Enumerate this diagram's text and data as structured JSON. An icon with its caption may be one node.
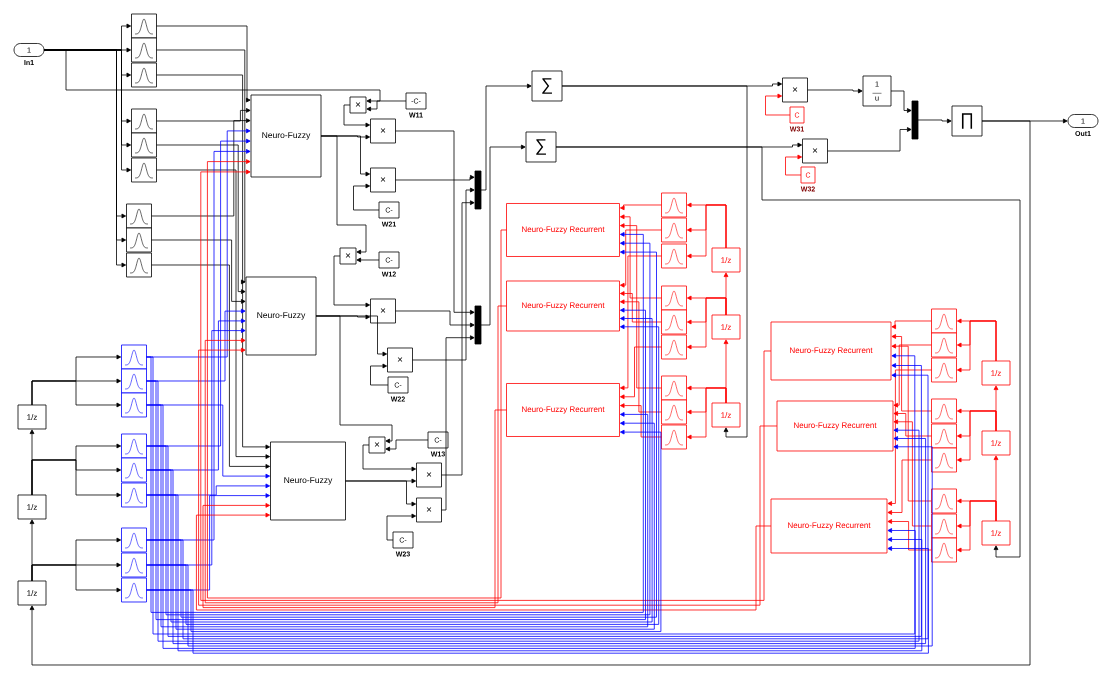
{
  "diagram": {
    "nodes": [
      {
        "text": [
          "1"
        ],
        "beside": [
          "In1"
        ]
      },
      {
        "text": [],
        "shape": "box"
      },
      {
        "text": [],
        "shape": "box"
      },
      {
        "text": [],
        "shape": "box"
      },
      {
        "text": [],
        "shape": "box"
      },
      {
        "text": [],
        "shape": "box"
      },
      {
        "text": [],
        "shape": "box"
      },
      {
        "text": [],
        "shape": "box"
      },
      {
        "text": [],
        "shape": "box"
      },
      {
        "text": [],
        "shape": "box"
      },
      {
        "text": [
          "Neuro-Fuzzy"
        ]
      },
      {
        "text": [
          "Neuro-Fuzzy"
        ]
      },
      {
        "text": [
          "Neuro-Fuzzy"
        ]
      },
      {
        "text": [
          "×"
        ]
      },
      {
        "text": [
          "-C-"
        ],
        "beside": [
          "W11"
        ]
      },
      {
        "text": [
          "×"
        ]
      },
      {
        "text": [
          "×"
        ]
      },
      {
        "text": [
          "C-"
        ],
        "beside": [
          "W21"
        ]
      },
      {
        "text": [
          "×"
        ]
      },
      {
        "text": [
          "C-"
        ],
        "beside": [
          "W12"
        ]
      },
      {
        "text": [
          "×"
        ]
      },
      {
        "text": [
          "×"
        ]
      },
      {
        "text": [
          "C-"
        ],
        "beside": [
          "W22"
        ]
      },
      {
        "text": [
          "×"
        ]
      },
      {
        "text": [
          "C-"
        ],
        "beside": [
          "W13"
        ]
      },
      {
        "text": [
          "×"
        ]
      },
      {
        "text": [
          "×"
        ]
      },
      {
        "text": [
          "C-"
        ],
        "beside": [
          "W23"
        ]
      },
      {
        "text": [],
        "shape": "bar"
      },
      {
        "text": [],
        "shape": "bar"
      },
      {
        "text": [
          "∑"
        ]
      },
      {
        "text": [
          "∑"
        ]
      },
      {
        "text": [
          "×"
        ]
      },
      {
        "text": [
          "C"
        ],
        "beside": [
          "W31"
        ]
      },
      {
        "text": [
          "×"
        ]
      },
      {
        "text": [
          "C"
        ],
        "beside": [
          "W32"
        ]
      },
      {
        "text": [
          "1",
          "u"
        ]
      },
      {
        "text": [],
        "shape": "bar"
      },
      {
        "text": [
          "∏"
        ]
      },
      {
        "text": [
          "1"
        ],
        "beside": [
          "Out1"
        ]
      },
      {
        "text": [],
        "shape": "box"
      },
      {
        "text": [],
        "shape": "box"
      },
      {
        "text": [],
        "shape": "box"
      },
      {
        "text": [],
        "shape": "box"
      },
      {
        "text": [],
        "shape": "box"
      },
      {
        "text": [],
        "shape": "box"
      },
      {
        "text": [],
        "shape": "box"
      },
      {
        "text": [],
        "shape": "box"
      },
      {
        "text": [],
        "shape": "box"
      },
      {
        "text": [
          "1/z"
        ]
      },
      {
        "text": [
          "1/z"
        ]
      },
      {
        "text": [
          "1/z"
        ]
      },
      {
        "text": [
          "Neuro-Fuzzy Recurrent"
        ]
      },
      {
        "text": [
          "Neuro-Fuzzy Recurrent"
        ]
      },
      {
        "text": [
          "Neuro-Fuzzy Recurrent"
        ]
      },
      {
        "text": [],
        "shape": "box"
      },
      {
        "text": [],
        "shape": "box"
      },
      {
        "text": [],
        "shape": "box"
      },
      {
        "text": [],
        "shape": "box"
      },
      {
        "text": [],
        "shape": "box"
      },
      {
        "text": [],
        "shape": "box"
      },
      {
        "text": [],
        "shape": "box"
      },
      {
        "text": [],
        "shape": "box"
      },
      {
        "text": [],
        "shape": "box"
      },
      {
        "text": [
          "1/z"
        ]
      },
      {
        "text": [
          "1/z"
        ]
      },
      {
        "text": [
          "1/z"
        ]
      },
      {
        "text": [
          "Neuro-Fuzzy Recurrent"
        ]
      },
      {
        "text": [
          "Neuro-Fuzzy Recurrent"
        ]
      },
      {
        "text": [
          "Neuro-Fuzzy Recurrent"
        ]
      },
      {
        "text": [],
        "shape": "box"
      },
      {
        "text": [],
        "shape": "box"
      },
      {
        "text": [],
        "shape": "box"
      },
      {
        "text": [],
        "shape": "box"
      },
      {
        "text": [],
        "shape": "box"
      },
      {
        "text": [],
        "shape": "box"
      },
      {
        "text": [],
        "shape": "box"
      },
      {
        "text": [],
        "shape": "box"
      },
      {
        "text": [],
        "shape": "box"
      },
      {
        "text": [
          "1/z"
        ]
      },
      {
        "text": [
          "1/z"
        ]
      },
      {
        "text": [
          "1/z"
        ]
      }
    ],
    "edges": [
      {
        "from": 0,
        "to": 1,
        "arrow": "to"
      },
      {
        "from": 0,
        "to": 2,
        "arrow": "to"
      },
      {
        "from": 0,
        "to": 3,
        "arrow": "to"
      },
      {
        "from": 0,
        "to": 4,
        "arrow": "to"
      },
      {
        "from": 0,
        "to": 5,
        "arrow": "to"
      },
      {
        "from": 0,
        "to": 6,
        "arrow": "to"
      },
      {
        "from": 0,
        "to": 7,
        "arrow": "to"
      },
      {
        "from": 0,
        "to": 8,
        "arrow": "to"
      },
      {
        "from": 0,
        "to": 9,
        "arrow": "to"
      },
      {
        "from": 0,
        "to": 13,
        "arrow": "to"
      },
      {
        "from": 1,
        "to": 10,
        "arrow": "to"
      },
      {
        "from": 4,
        "to": 10,
        "arrow": "to"
      },
      {
        "from": 7,
        "to": 10,
        "arrow": "to"
      },
      {
        "from": 2,
        "to": 11,
        "arrow": "to"
      },
      {
        "from": 5,
        "to": 11,
        "arrow": "to"
      },
      {
        "from": 8,
        "to": 11,
        "arrow": "to"
      },
      {
        "from": 3,
        "to": 12,
        "arrow": "to"
      },
      {
        "from": 6,
        "to": 12,
        "arrow": "to"
      },
      {
        "from": 9,
        "to": 12,
        "arrow": "to"
      },
      {
        "from": 40,
        "to": 10,
        "arrow": "to",
        "color": "#0000ff"
      },
      {
        "from": 43,
        "to": 10,
        "arrow": "to",
        "color": "#0000ff"
      },
      {
        "from": 46,
        "to": 10,
        "arrow": "to",
        "color": "#0000ff"
      },
      {
        "from": 41,
        "to": 11,
        "arrow": "to",
        "color": "#0000ff"
      },
      {
        "from": 44,
        "to": 11,
        "arrow": "to",
        "color": "#0000ff"
      },
      {
        "from": 47,
        "to": 11,
        "arrow": "to",
        "color": "#0000ff"
      },
      {
        "from": 42,
        "to": 12,
        "arrow": "to",
        "color": "#0000ff"
      },
      {
        "from": 45,
        "to": 12,
        "arrow": "to",
        "color": "#0000ff"
      },
      {
        "from": 48,
        "to": 12,
        "arrow": "to",
        "color": "#0000ff"
      },
      {
        "from": 52,
        "to": 10,
        "arrow": "to",
        "color": "#ff0000"
      },
      {
        "from": 67,
        "to": 10,
        "arrow": "to",
        "color": "#ff0000"
      },
      {
        "from": 53,
        "to": 11,
        "arrow": "to",
        "color": "#ff0000"
      },
      {
        "from": 68,
        "to": 11,
        "arrow": "to",
        "color": "#ff0000"
      },
      {
        "from": 54,
        "to": 12,
        "arrow": "to",
        "color": "#ff0000"
      },
      {
        "from": 69,
        "to": 12,
        "arrow": "to",
        "color": "#ff0000"
      },
      {
        "from": 14,
        "to": 13,
        "arrow": "to"
      },
      {
        "from": 13,
        "to": 15,
        "arrow": "to"
      },
      {
        "from": 10,
        "to": 15,
        "arrow": "to"
      },
      {
        "from": 10,
        "to": 16,
        "arrow": "to"
      },
      {
        "from": 17,
        "to": 16,
        "arrow": "to"
      },
      {
        "from": 10,
        "to": 18,
        "arrow": "to"
      },
      {
        "from": 19,
        "to": 18,
        "arrow": "to"
      },
      {
        "from": 18,
        "to": 20,
        "arrow": "to"
      },
      {
        "from": 11,
        "to": 20,
        "arrow": "to"
      },
      {
        "from": 11,
        "to": 21,
        "arrow": "to"
      },
      {
        "from": 22,
        "to": 21,
        "arrow": "to"
      },
      {
        "from": 11,
        "to": 23,
        "arrow": "to"
      },
      {
        "from": 24,
        "to": 23,
        "arrow": "to"
      },
      {
        "from": 23,
        "to": 25,
        "arrow": "to"
      },
      {
        "from": 12,
        "to": 25,
        "arrow": "to"
      },
      {
        "from": 12,
        "to": 26,
        "arrow": "to"
      },
      {
        "from": 27,
        "to": 26,
        "arrow": "to"
      },
      {
        "from": 16,
        "to": 28,
        "arrow": "to"
      },
      {
        "from": 15,
        "to": 29,
        "arrow": "to"
      },
      {
        "from": 21,
        "to": 28,
        "arrow": "to"
      },
      {
        "from": 20,
        "to": 29,
        "arrow": "to"
      },
      {
        "from": 25,
        "to": 28,
        "arrow": "to"
      },
      {
        "from": 26,
        "to": 29,
        "arrow": "to"
      },
      {
        "from": 28,
        "to": 30,
        "arrow": "to"
      },
      {
        "from": 29,
        "to": 31,
        "arrow": "to"
      },
      {
        "from": 30,
        "to": 32,
        "arrow": "to"
      },
      {
        "from": 33,
        "to": 32,
        "arrow": "to",
        "color": "#ff0000"
      },
      {
        "from": 31,
        "to": 34,
        "arrow": "to"
      },
      {
        "from": 35,
        "to": 34,
        "arrow": "to",
        "color": "#ff0000"
      },
      {
        "from": 32,
        "to": 36,
        "arrow": "to"
      },
      {
        "from": 36,
        "to": 37,
        "arrow": "to"
      },
      {
        "from": 34,
        "to": 37,
        "arrow": "to"
      },
      {
        "from": 37,
        "to": 38,
        "arrow": "to"
      },
      {
        "from": 38,
        "to": 39,
        "arrow": "to"
      },
      {
        "from": 30,
        "to": 66,
        "arrow": "to"
      },
      {
        "from": 31,
        "to": 81,
        "arrow": "to"
      },
      {
        "from": 38,
        "to": 51,
        "arrow": "to"
      },
      {
        "from": 51,
        "to": 50,
        "arrow": "to"
      },
      {
        "from": 50,
        "to": 49,
        "arrow": "to"
      },
      {
        "from": 49,
        "to": 40,
        "arrow": "to"
      },
      {
        "from": 49,
        "to": 41,
        "arrow": "to"
      },
      {
        "from": 49,
        "to": 42,
        "arrow": "to"
      },
      {
        "from": 50,
        "to": 43,
        "arrow": "to"
      },
      {
        "from": 50,
        "to": 44,
        "arrow": "to"
      },
      {
        "from": 50,
        "to": 45,
        "arrow": "to"
      },
      {
        "from": 51,
        "to": 46,
        "arrow": "to"
      },
      {
        "from": 51,
        "to": 47,
        "arrow": "to"
      },
      {
        "from": 51,
        "to": 48,
        "arrow": "to"
      },
      {
        "from": 66,
        "to": 65,
        "arrow": "to",
        "color": "#ff0000"
      },
      {
        "from": 65,
        "to": 64,
        "arrow": "to",
        "color": "#ff0000"
      },
      {
        "from": 64,
        "to": 55,
        "arrow": "to",
        "color": "#ff0000"
      },
      {
        "from": 64,
        "to": 56,
        "arrow": "to",
        "color": "#ff0000"
      },
      {
        "from": 64,
        "to": 57,
        "arrow": "to",
        "color": "#ff0000"
      },
      {
        "from": 65,
        "to": 58,
        "arrow": "to",
        "color": "#ff0000"
      },
      {
        "from": 65,
        "to": 59,
        "arrow": "to",
        "color": "#ff0000"
      },
      {
        "from": 65,
        "to": 60,
        "arrow": "to",
        "color": "#ff0000"
      },
      {
        "from": 66,
        "to": 61,
        "arrow": "to",
        "color": "#ff0000"
      },
      {
        "from": 66,
        "to": 62,
        "arrow": "to",
        "color": "#ff0000"
      },
      {
        "from": 66,
        "to": 63,
        "arrow": "to",
        "color": "#ff0000"
      },
      {
        "from": 55,
        "to": 52,
        "arrow": "to",
        "color": "#ff0000"
      },
      {
        "from": 56,
        "to": 53,
        "arrow": "to",
        "color": "#ff0000"
      },
      {
        "from": 57,
        "to": 54,
        "arrow": "to",
        "color": "#ff0000"
      },
      {
        "from": 58,
        "to": 52,
        "arrow": "to",
        "color": "#ff0000"
      },
      {
        "from": 59,
        "to": 53,
        "arrow": "to",
        "color": "#ff0000"
      },
      {
        "from": 60,
        "to": 54,
        "arrow": "to",
        "color": "#ff0000"
      },
      {
        "from": 61,
        "to": 52,
        "arrow": "to",
        "color": "#ff0000"
      },
      {
        "from": 62,
        "to": 53,
        "arrow": "to",
        "color": "#ff0000"
      },
      {
        "from": 63,
        "to": 54,
        "arrow": "to",
        "color": "#ff0000"
      },
      {
        "from": 40,
        "to": 52,
        "arrow": "to",
        "color": "#0000ff"
      },
      {
        "from": 43,
        "to": 52,
        "arrow": "to",
        "color": "#0000ff"
      },
      {
        "from": 46,
        "to": 52,
        "arrow": "to",
        "color": "#0000ff"
      },
      {
        "from": 41,
        "to": 53,
        "arrow": "to",
        "color": "#0000ff"
      },
      {
        "from": 44,
        "to": 53,
        "arrow": "to",
        "color": "#0000ff"
      },
      {
        "from": 47,
        "to": 53,
        "arrow": "to",
        "color": "#0000ff"
      },
      {
        "from": 42,
        "to": 54,
        "arrow": "to",
        "color": "#0000ff"
      },
      {
        "from": 45,
        "to": 54,
        "arrow": "to",
        "color": "#0000ff"
      },
      {
        "from": 48,
        "to": 54,
        "arrow": "to",
        "color": "#0000ff"
      },
      {
        "from": 81,
        "to": 80,
        "arrow": "to",
        "color": "#ff0000"
      },
      {
        "from": 80,
        "to": 79,
        "arrow": "to",
        "color": "#ff0000"
      },
      {
        "from": 79,
        "to": 70,
        "arrow": "to",
        "color": "#ff0000"
      },
      {
        "from": 79,
        "to": 71,
        "arrow": "to",
        "color": "#ff0000"
      },
      {
        "from": 79,
        "to": 72,
        "arrow": "to",
        "color": "#ff0000"
      },
      {
        "from": 80,
        "to": 73,
        "arrow": "to",
        "color": "#ff0000"
      },
      {
        "from": 80,
        "to": 74,
        "arrow": "to",
        "color": "#ff0000"
      },
      {
        "from": 80,
        "to": 75,
        "arrow": "to",
        "color": "#ff0000"
      },
      {
        "from": 81,
        "to": 76,
        "arrow": "to",
        "color": "#ff0000"
      },
      {
        "from": 81,
        "to": 77,
        "arrow": "to",
        "color": "#ff0000"
      },
      {
        "from": 81,
        "to": 78,
        "arrow": "to",
        "color": "#ff0000"
      },
      {
        "from": 70,
        "to": 67,
        "arrow": "to",
        "color": "#ff0000"
      },
      {
        "from": 71,
        "to": 68,
        "arrow": "to",
        "color": "#ff0000"
      },
      {
        "from": 72,
        "to": 69,
        "arrow": "to",
        "color": "#ff0000"
      },
      {
        "from": 73,
        "to": 67,
        "arrow": "to",
        "color": "#ff0000"
      },
      {
        "from": 74,
        "to": 68,
        "arrow": "to",
        "color": "#ff0000"
      },
      {
        "from": 75,
        "to": 69,
        "arrow": "to",
        "color": "#ff0000"
      },
      {
        "from": 76,
        "to": 67,
        "arrow": "to",
        "color": "#ff0000"
      },
      {
        "from": 77,
        "to": 68,
        "arrow": "to",
        "color": "#ff0000"
      },
      {
        "from": 78,
        "to": 69,
        "arrow": "to",
        "color": "#ff0000"
      },
      {
        "from": 40,
        "to": 67,
        "arrow": "to",
        "color": "#0000ff"
      },
      {
        "from": 43,
        "to": 67,
        "arrow": "to",
        "color": "#0000ff"
      },
      {
        "from": 46,
        "to": 67,
        "arrow": "to",
        "color": "#0000ff"
      },
      {
        "from": 41,
        "to": 68,
        "arrow": "to",
        "color": "#0000ff"
      },
      {
        "from": 44,
        "to": 68,
        "arrow": "to",
        "color": "#0000ff"
      },
      {
        "from": 47,
        "to": 68,
        "arrow": "to",
        "color": "#0000ff"
      },
      {
        "from": 42,
        "to": 69,
        "arrow": "to",
        "color": "#0000ff"
      },
      {
        "from": 45,
        "to": 69,
        "arrow": "to",
        "color": "#0000ff"
      },
      {
        "from": 48,
        "to": 69,
        "arrow": "to",
        "color": "#0000ff"
      }
    ]
  }
}
